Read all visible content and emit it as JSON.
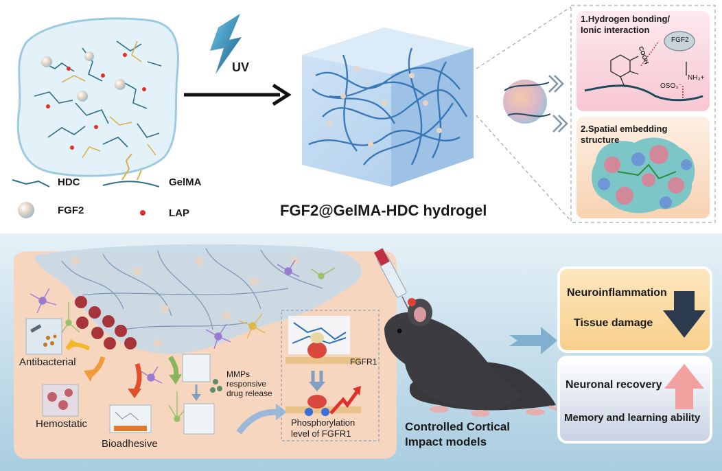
{
  "top": {
    "uv_label": "UV",
    "hydrogel_title": "FGF2@GelMA-HDC hydrogel",
    "legend": {
      "hdc": "HDC",
      "gelma": "GelMA",
      "fgf2": "FGF2",
      "lap": "LAP"
    },
    "mechanisms": {
      "m1_title_line1": "1.Hydrogen bonding/",
      "m1_title_line2": "Ionic interaction",
      "fgf2_badge": "FGF2",
      "cooh": "COOH",
      "nh3": "NH₃+",
      "oso3": "OSO₃⁻",
      "m2_title_line1": "2.Spatial embedding",
      "m2_title_line2": "structure"
    }
  },
  "bottom": {
    "antibacterial": "Antibacterial",
    "hemostatic": "Hemostatic",
    "bioadhesive": "Bioadhesive",
    "mmps_line1": "MMPs",
    "mmps_line2": "responsive",
    "mmps_line3": "drug release",
    "fgfr1": "FGFR1",
    "phospho_line1": "Phosphorylation",
    "phospho_line2": "level of FGFR1",
    "model_line1": "Controlled Cortical",
    "model_line2": "Impact models",
    "outcomes": {
      "neuroinflammation": "Neuroinflammation",
      "tissue_damage": "Tissue damage",
      "neuronal_recovery": "Neuronal recovery",
      "memory": "Memory and learning ability"
    }
  },
  "colors": {
    "hdc_fiber": "#2e6e8a",
    "gelma_fiber": "#d9b24a",
    "fgf2_sphere": "#d9c6b4",
    "lap_dot": "#e0302a",
    "hydrogel_blue": "#4a8fd0",
    "bottom_bg": "#bcd7e6",
    "panel_orange": "#f8dcc8",
    "down_arrow": "#2b3a4c",
    "up_arrow": "#f2a0a0",
    "red_arrow": "#e0302a"
  }
}
